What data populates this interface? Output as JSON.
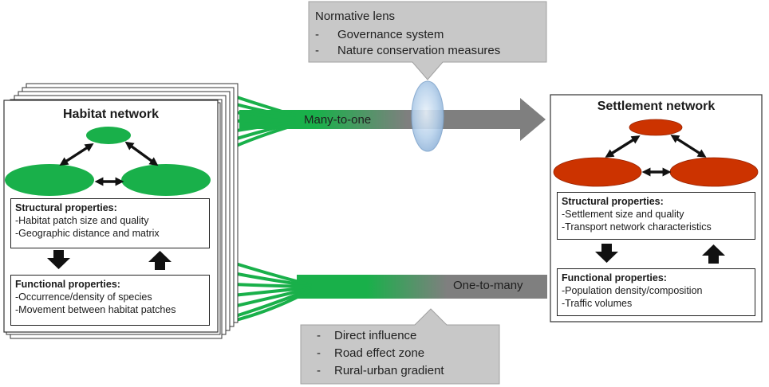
{
  "colors": {
    "habitat_green": "#19b04a",
    "settlement_red": "#cc3300",
    "arrow_gray": "#7f7f7f",
    "callout_gray": "#c8c8c8",
    "lens_blue": "#a9c7e6"
  },
  "normative_callout": {
    "heading": "Normative lens",
    "items": [
      "Governance system",
      "Nature conservation measures"
    ]
  },
  "influence_callout": {
    "items": [
      "Direct influence",
      "Road effect zone",
      "Rural-urban gradient"
    ]
  },
  "arrows": {
    "top_label": "Many-to-one",
    "bottom_label": "One-to-many"
  },
  "habitat_network": {
    "title": "Habitat network",
    "structural_heading": "Structural properties:",
    "structural_items": [
      "-Habitat patch size and quality",
      "-Geographic distance and matrix"
    ],
    "functional_heading": "Functional properties:",
    "functional_items": [
      "-Occurrence/density of species",
      "-Movement between habitat patches"
    ]
  },
  "settlement_network": {
    "title": "Settlement network",
    "structural_heading": "Structural properties:",
    "structural_items": [
      "-Settlement size and quality",
      "-Transport network characteristics"
    ],
    "functional_heading": "Functional properties:",
    "functional_items": [
      "-Population density/composition",
      "-Traffic volumes"
    ]
  },
  "bullet_dash": "-"
}
